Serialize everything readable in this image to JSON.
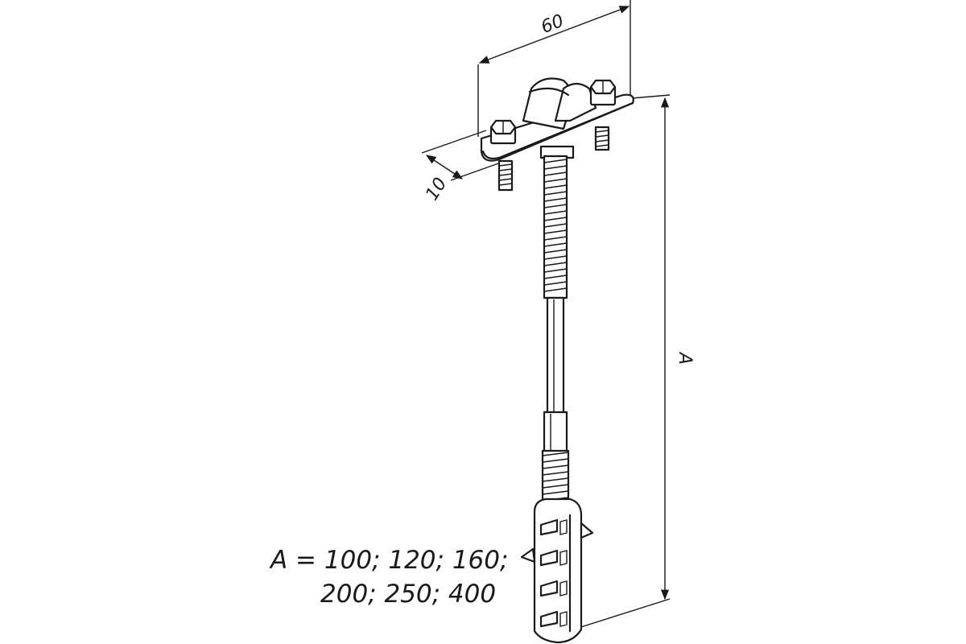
{
  "dimensions": {
    "width_label": "60",
    "depth_label": "10",
    "length_label": "A"
  },
  "note": {
    "line1": "A = 100; 120; 160;",
    "line2": "200; 250; 400"
  }
}
